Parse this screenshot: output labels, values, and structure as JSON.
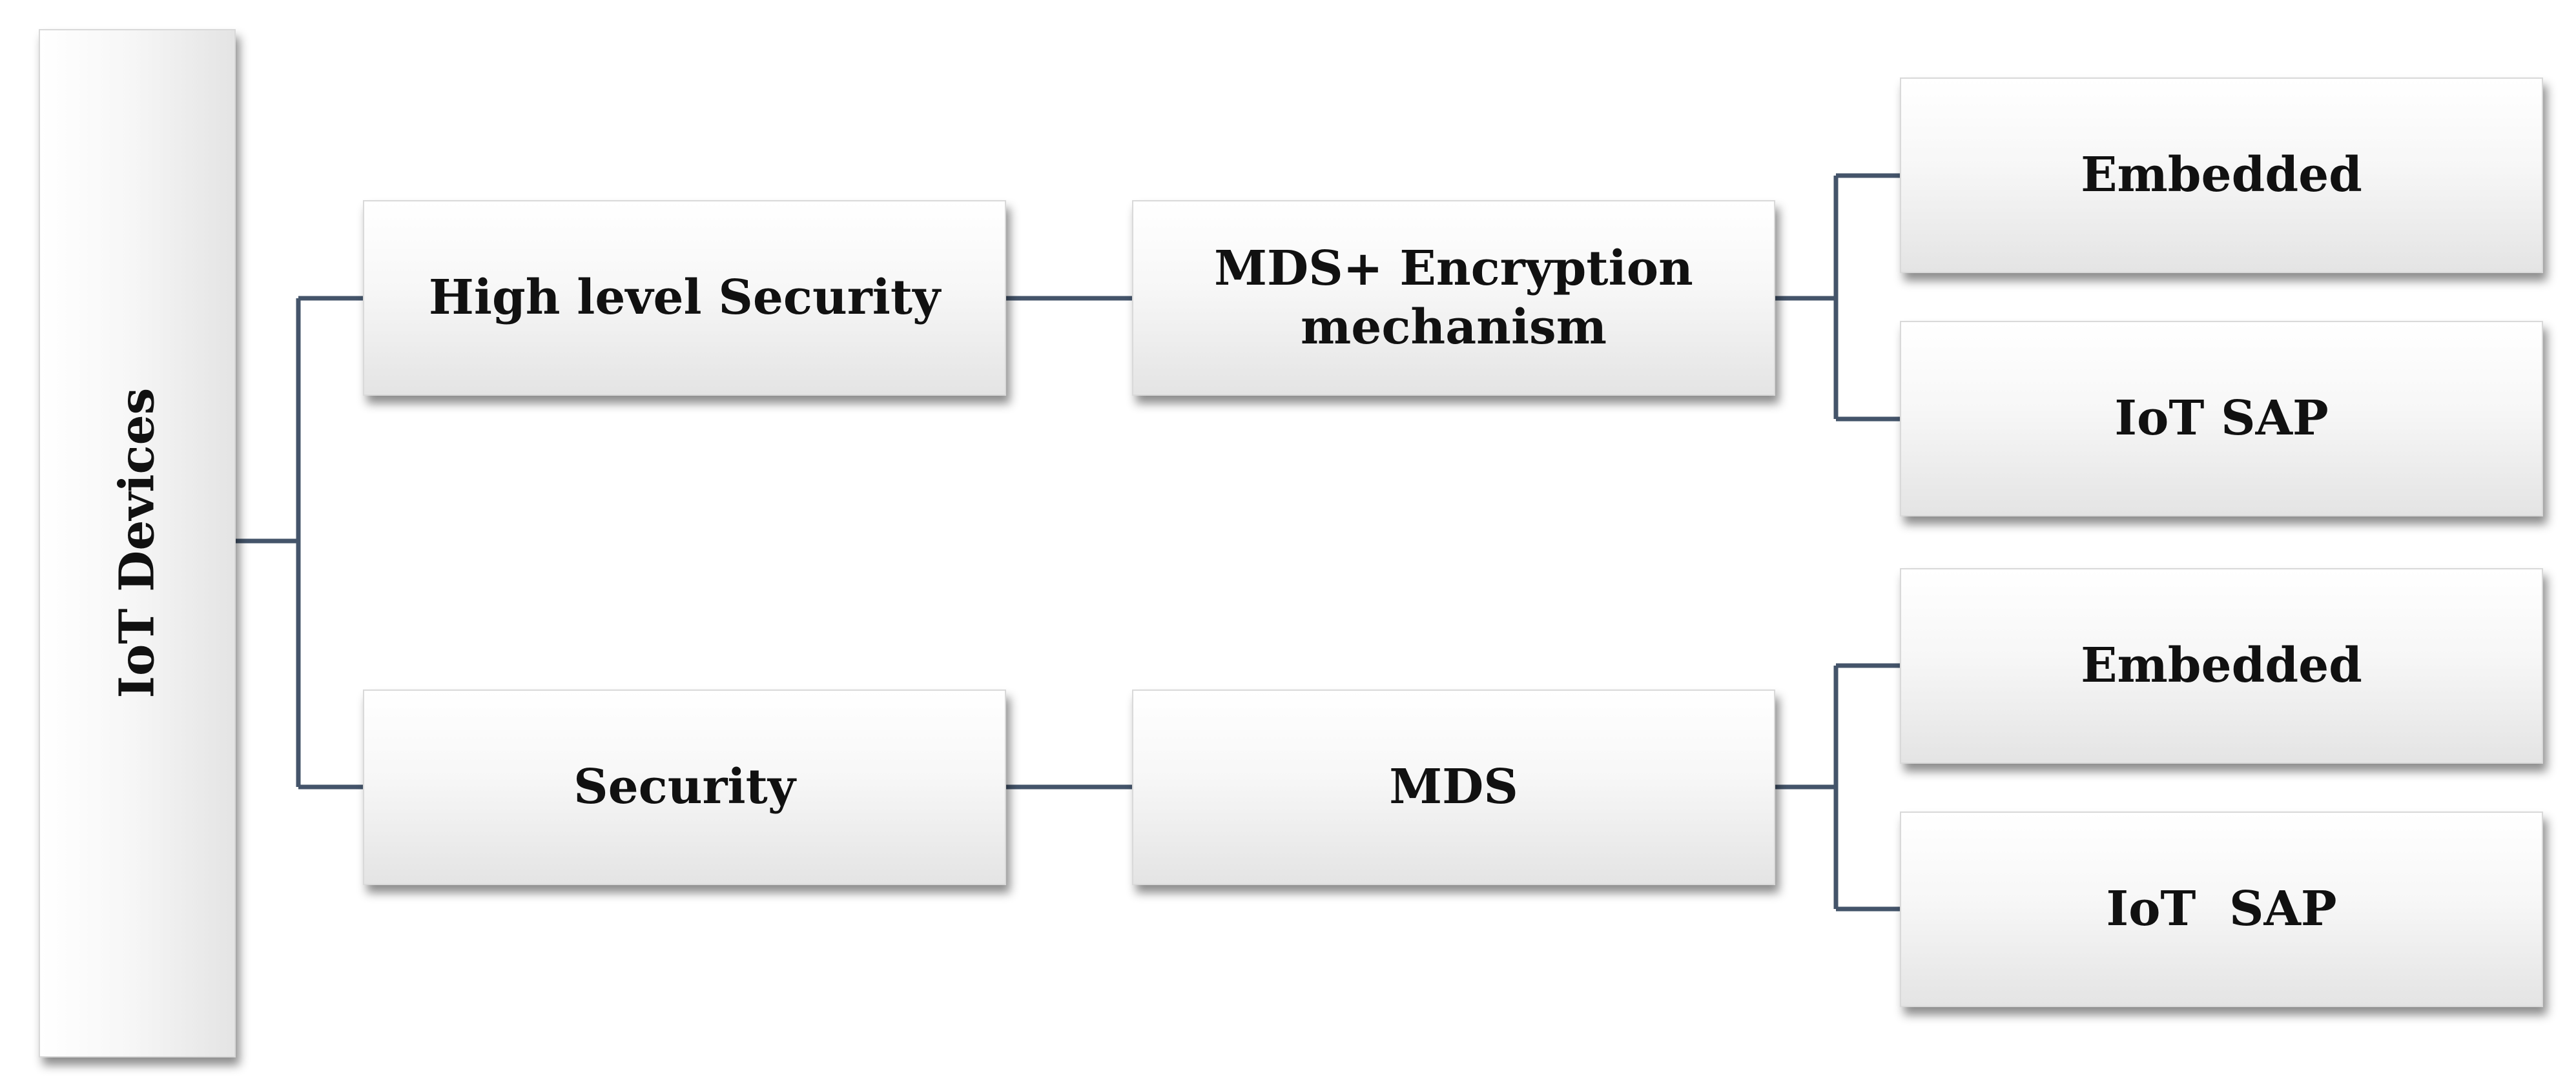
{
  "diagram": {
    "root": {
      "label": "IoT Devices"
    },
    "branches": [
      {
        "label": "High level Security",
        "mechanism": {
          "label": "MDS+ Encryption\nmechanism"
        },
        "leaves": [
          {
            "label": "Embedded"
          },
          {
            "label": "IoT SAP"
          }
        ]
      },
      {
        "label": "Security",
        "mechanism": {
          "label": "MDS"
        },
        "leaves": [
          {
            "label": "Embedded"
          },
          {
            "label": "IoT  SAP"
          }
        ]
      }
    ]
  },
  "colors": {
    "connector": "#44546a",
    "box_top": "#ffffff",
    "box_bottom": "#e4e4e4",
    "text": "#111111"
  }
}
